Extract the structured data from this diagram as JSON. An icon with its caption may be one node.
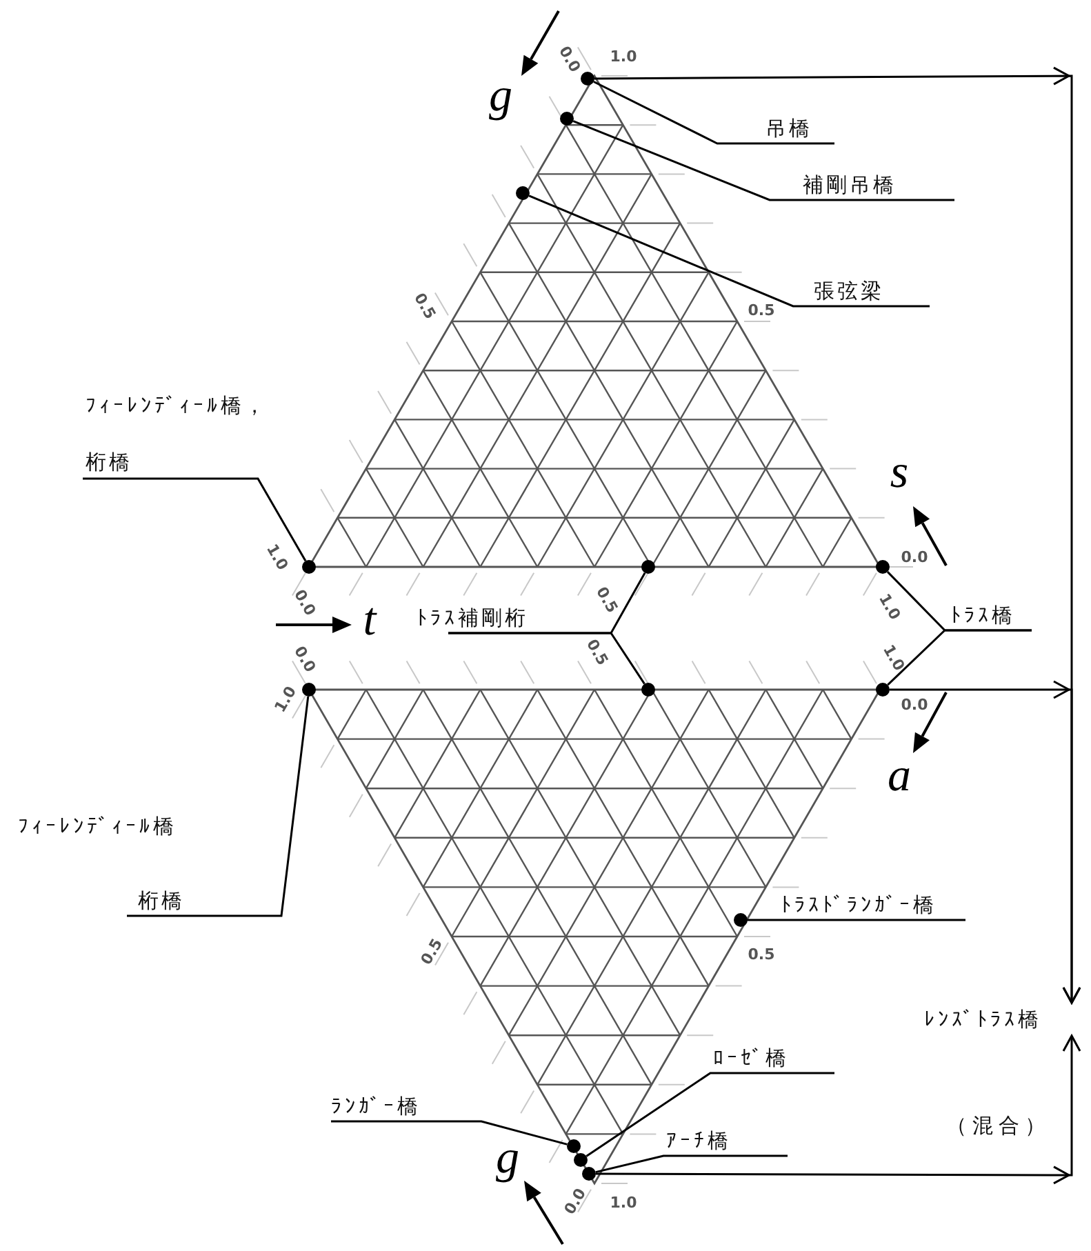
{
  "diagram": {
    "nodes": [
      {
        "text": [
          "吊橋"
        ]
      },
      {
        "text": [],
        "shape": "circle"
      },
      {
        "text": [
          "補剛吊橋"
        ]
      },
      {
        "text": [],
        "shape": "circle"
      },
      {
        "text": [
          "張弦梁"
        ]
      },
      {
        "text": [],
        "shape": "circle"
      },
      {
        "text": [
          "ﾌｨｰﾚﾝﾃﾞｨｰﾙ橋，",
          "桁橋"
        ]
      },
      {
        "text": [],
        "shape": "circle"
      },
      {
        "text": [],
        "shape": "circle"
      },
      {
        "text": [],
        "shape": "circle"
      },
      {
        "text": [
          "ﾄﾗｽ補剛桁"
        ]
      },
      {
        "text": [
          "ﾄﾗｽ橋"
        ]
      },
      {
        "text": [],
        "shape": "circle"
      },
      {
        "text": [],
        "shape": "circle"
      },
      {
        "text": [],
        "shape": "circle"
      },
      {
        "text": [
          "ﾌｨｰﾚﾝﾃﾞｨｰﾙ橋",
          "桁橋"
        ]
      },
      {
        "text": [
          "ﾄﾗｽﾄﾞﾗﾝｶﾞｰ橋"
        ]
      },
      {
        "text": [],
        "shape": "circle"
      },
      {
        "text": [
          "ﾚﾝｽﾞﾄﾗｽ橋"
        ]
      },
      {
        "text": [
          "ﾛｰｾﾞ橋"
        ]
      },
      {
        "text": [
          "ﾗﾝｶﾞｰ橋"
        ]
      },
      {
        "text": [
          "ｱｰﾁ橋"
        ]
      },
      {
        "text": [],
        "shape": "circle"
      },
      {
        "text": [],
        "shape": "circle"
      },
      {
        "text": [],
        "shape": "circle"
      }
    ],
    "edges": [
      {
        "from": 0,
        "to": 1,
        "arrow": "none"
      },
      {
        "from": 2,
        "to": 3,
        "arrow": "none"
      },
      {
        "from": 4,
        "to": 5,
        "arrow": "none"
      },
      {
        "from": 6,
        "to": 7,
        "arrow": "none"
      },
      {
        "from": 10,
        "to": 8,
        "arrow": "none"
      },
      {
        "from": 10,
        "to": 13,
        "arrow": "none"
      },
      {
        "from": 11,
        "to": 9,
        "arrow": "none"
      },
      {
        "from": 11,
        "to": 14,
        "arrow": "none"
      },
      {
        "from": 15,
        "to": 12,
        "arrow": "none"
      },
      {
        "from": 16,
        "to": 17,
        "arrow": "none"
      },
      {
        "from": 19,
        "to": 23,
        "arrow": "none"
      },
      {
        "from": 20,
        "to": 22,
        "arrow": "none"
      },
      {
        "from": 21,
        "to": 24,
        "arrow": "none"
      },
      {
        "from": 1,
        "to": 18,
        "arrow": "to"
      },
      {
        "from": 14,
        "to": 18,
        "arrow": "to"
      },
      {
        "from": 24,
        "to": 18,
        "arrow": "to"
      }
    ],
    "labels": [
      "g",
      "0.0",
      "1.0",
      "0.5",
      "0.5",
      "s",
      "1.0",
      "0.0",
      "0.0",
      "t",
      "0.5",
      "1.0",
      "0.0",
      "0.5",
      "1.0",
      "1.0",
      "0.0",
      "a",
      "0.5",
      "0.5",
      "g",
      "0.0",
      "1.0",
      "（混合）"
    ]
  }
}
